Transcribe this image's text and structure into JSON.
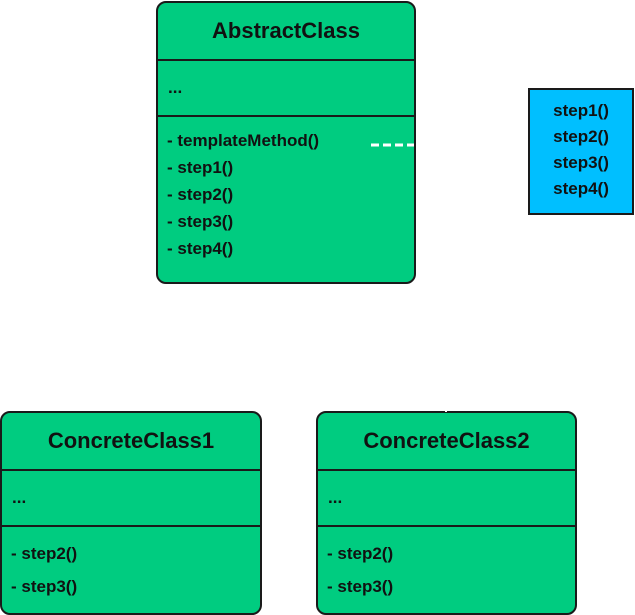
{
  "colors": {
    "class_fill": "#00cc80",
    "note_fill": "#00bfff",
    "border": "#1a1a1a",
    "dashed_connector": "#ffffff"
  },
  "abstract_class": {
    "name": "AbstractClass",
    "attributes": "...",
    "methods": [
      "- templateMethod()",
      "- step1()",
      "- step2()",
      "- step3()",
      "- step4()"
    ]
  },
  "note": {
    "lines": [
      "step1()",
      "step2()",
      "step3()",
      "step4()"
    ]
  },
  "concrete_class_1": {
    "name": "ConcreteClass1",
    "attributes": "...",
    "methods": [
      "- step2()",
      "- step3()"
    ]
  },
  "concrete_class_2": {
    "name": "ConcreteClass2",
    "attributes": "...",
    "methods": [
      "- step2()",
      "- step3()"
    ]
  }
}
